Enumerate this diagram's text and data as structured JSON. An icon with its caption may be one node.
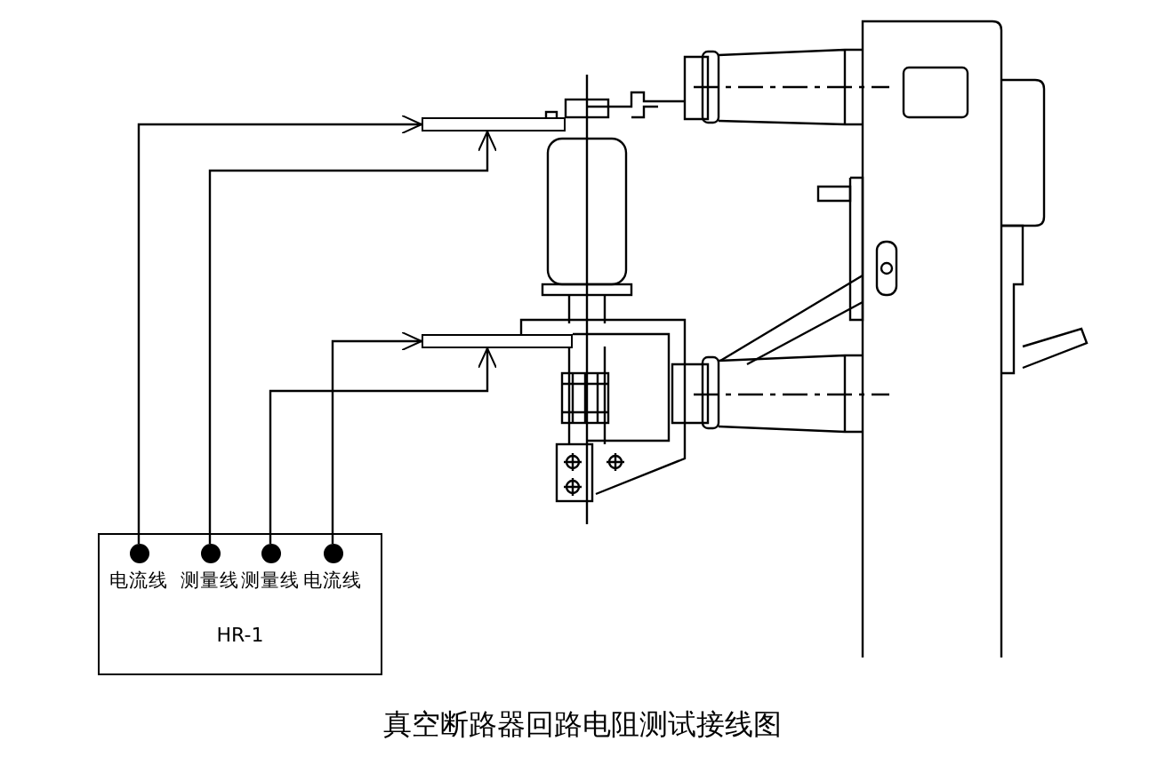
{
  "diagram": {
    "caption": "真空断路器回路电阻测试接线图",
    "nodes": [
      {
        "text": [
          "HR-1"
        ]
      },
      {
        "text": [
          "电流线"
        ],
        "in": 0
      },
      {
        "text": [
          "测量线"
        ],
        "in": 0
      },
      {
        "text": [
          "测量线"
        ],
        "in": 0
      },
      {
        "text": [
          "电流线"
        ],
        "in": 0
      },
      {
        "text": [],
        "shape": "bar"
      },
      {
        "text": [],
        "shape": "bar"
      }
    ],
    "edges": [
      {
        "from": 1,
        "to": 5,
        "arrow": "to"
      },
      {
        "from": 2,
        "to": 5,
        "arrow": "to"
      },
      {
        "from": 3,
        "to": 6,
        "arrow": "to"
      },
      {
        "from": 4,
        "to": 6,
        "arrow": "to"
      }
    ]
  }
}
